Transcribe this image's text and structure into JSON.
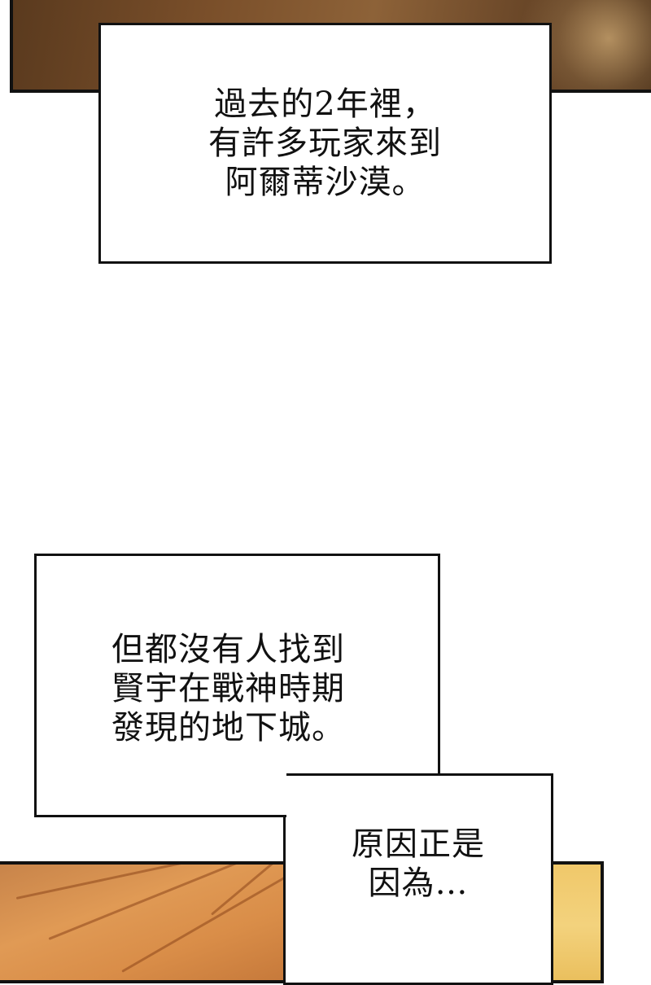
{
  "captions": [
    {
      "lines": [
        "過去的2年裡，",
        "有許多玩家來到",
        "阿爾蒂沙漠。"
      ]
    },
    {
      "lines": [
        "但都沒有人找到",
        "賢宇在戰神時期",
        "發現的地下城。"
      ]
    },
    {
      "lines": [
        "原因正是",
        "因為…"
      ]
    }
  ],
  "colors": {
    "border": "#111111",
    "caption_bg": "#ffffff",
    "top_panel": "#7a4f2a",
    "bottom_panel": "#d98d48"
  }
}
